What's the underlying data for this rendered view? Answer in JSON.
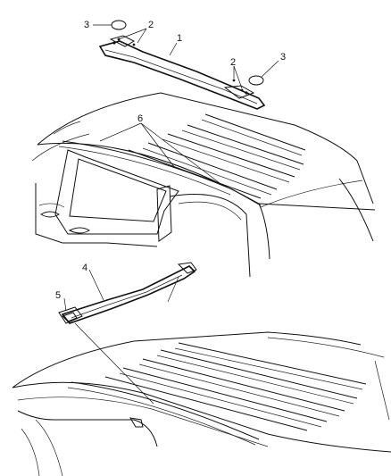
{
  "callouts": {
    "c1": "1",
    "c2a": "2",
    "c2b": "2",
    "c3a": "3",
    "c3b": "3",
    "c4": "4",
    "c5": "5",
    "c6": "6"
  }
}
